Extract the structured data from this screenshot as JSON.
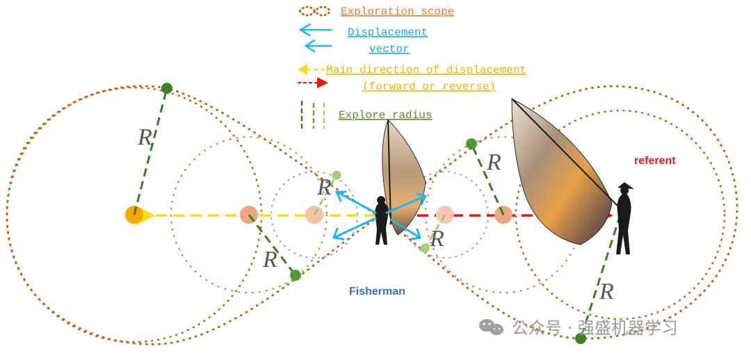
{
  "legend": {
    "exploration_scope": "Exploration scope",
    "displacement_vector_line1": "Displacement",
    "displacement_vector_line2": "vector",
    "main_direction_line1": "Main direction of displacement",
    "main_direction_line2": "(forward or reverse)",
    "explore_radius": "Explore radius"
  },
  "labels": {
    "radius": "R",
    "fisherman": "Fisherman",
    "referent": "referent"
  },
  "watermark": {
    "text": "公众号 · 强盛机器学习"
  },
  "colors": {
    "scope": "#c0651e",
    "scope_text": "#e07b39",
    "displacement": "#1fb8ee",
    "displacement_text": "#1ca7e6",
    "main_direction_yellow": "#f0e015",
    "main_direction_text": "#e8b800",
    "main_direction_red": "#ee1111",
    "radius": "#3a7a2a",
    "radius_text": "#5a8a2a",
    "fisherman_text": "#3b6fb6",
    "referent_text": "#e01b1b",
    "inner_circle": "#7fa6e6"
  }
}
